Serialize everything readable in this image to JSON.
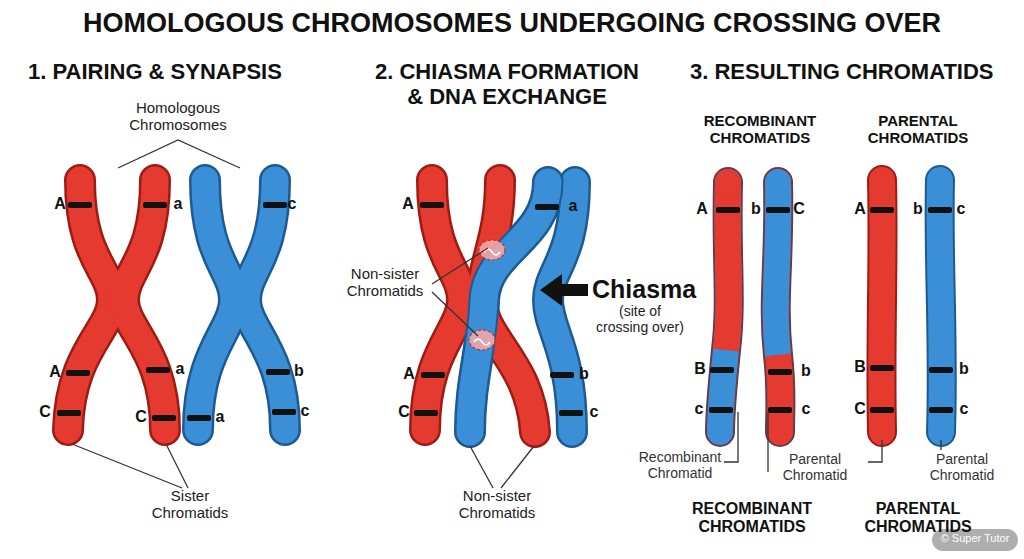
{
  "diagram": {
    "title": "HOMOLOGOUS CHROMOSOMES UNDERGOING CROSSING OVER",
    "labels": [
      "1. PAIRING & SYNAPSIS",
      "2. CHIASMA FORMATION & DNA EXCHANGE",
      "3. RESULTING CHROMATIDS",
      "Homologous Chromosomes",
      "RECOMBINANT CHROMATIDS",
      "PARENTAL CHROMATIDS",
      "A",
      "a",
      "c",
      "A",
      "a",
      "A",
      "b",
      "C",
      "A",
      "b",
      "c",
      "Non-sister Chromatids",
      "Chiasma",
      "(site of crossing over)",
      "A",
      "a",
      "b",
      "A",
      "b",
      "B",
      "b",
      "B",
      "b",
      "C",
      "C",
      "a",
      "c",
      "C",
      "c",
      "c",
      "c",
      "C",
      "c",
      "Recombinant Chromatid",
      "Parental Chromatid",
      "Parental Chromatid",
      "Sister Chromatids",
      "Non-sister Chromatids",
      "RECOMBINANT CHROMATIDS",
      "PARENTAL CHROMATIDS",
      "© Super Tutor"
    ]
  }
}
